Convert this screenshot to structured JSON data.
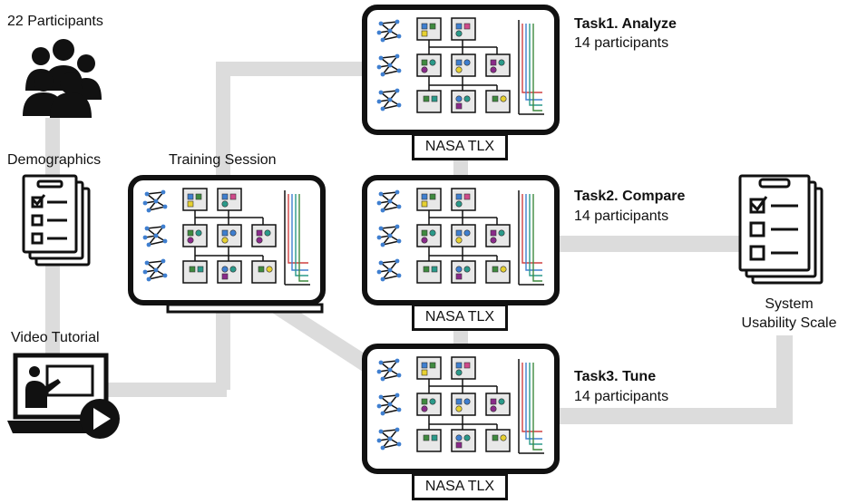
{
  "participants": {
    "label": "22 Participants",
    "icon": "people-group-icon"
  },
  "demographics": {
    "label": "Demographics",
    "icon": "questionnaire-icon"
  },
  "video_tutorial": {
    "label": "Video Tutorial",
    "icon": "laptop-presentation-play-icon"
  },
  "training": {
    "label": "Training Session"
  },
  "tasks": [
    {
      "title": "Task1. Analyze",
      "participants": "14 participants",
      "survey": "NASA TLX"
    },
    {
      "title": "Task2. Compare",
      "participants": "14 participants",
      "survey": "NASA TLX"
    },
    {
      "title": "Task3. Tune",
      "participants": "14 participants",
      "survey": "NASA TLX"
    }
  ],
  "sus": {
    "line1": "System",
    "line2": "Usability Scale",
    "icon": "questionnaire-icon"
  },
  "colors": {
    "flow": "#dcdcdc",
    "frame": "#111111",
    "node_fill": "#e8e8e8",
    "blue": "#3f7fd0",
    "green": "#3f8a3f",
    "red": "#d04040",
    "teal": "#2a9a8a",
    "yellow": "#e6d030",
    "purple": "#8a2a8a",
    "pink": "#d04a8a"
  }
}
